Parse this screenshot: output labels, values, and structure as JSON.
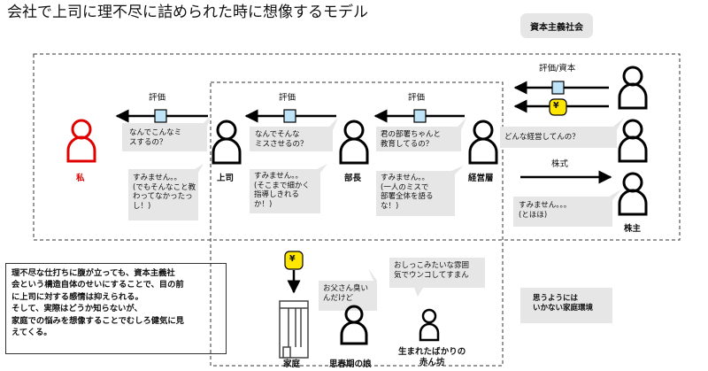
{
  "title": "会社で上司に理不尽に詰められた時に想像するモデル",
  "capitalism_label": "資本主義社会",
  "actors": {
    "me": "私",
    "boss": "上司",
    "manager": "部長",
    "executives": "経営層",
    "shareholders": "株主",
    "home": "家庭",
    "daughter": "思春期の娘",
    "baby": "生まれたばかりの\n赤ん坊"
  },
  "arrow_labels": {
    "eval_me": "評価",
    "eval_boss": "評価",
    "eval_manager": "評価",
    "eval_capital": "評価/資本",
    "stock": "株式",
    "yen": "¥"
  },
  "bubbles": {
    "boss_to_me": "なんでこんなミ\nスするの？",
    "me_reply": "すみません。。\n(でもそんなこと教\nわってなかったっ\nし！)",
    "manager_to_boss": "なんでそんな\nミスさせるの？",
    "boss_reply": "すみません。。\n(そこまで細かく\n指導しきれる\nか！)",
    "exec_to_manager": "君の部署ちゃんと\n教育してるの？",
    "manager_reply": "すみません。。\n(一人のミスで\n部署全体を語る\nな！)",
    "share_to_exec": "どんな経営してんの？",
    "exec_reply": "すみません。。。\n(とほほ)",
    "daughter_bubble": "お父さん臭い\nんだけど",
    "baby_bubble": "おしっこみたいな雰囲\n気でウンコしてすまん",
    "home_env": "思うようには\nいかない家庭環境"
  },
  "note": "理不尽な仕打ちに腹が立っても、資本主義社\n会という構造自体のせいにすることで、目の前\nに上司に対する感情は抑えられる。\nそして、実際はどうか知らないが、\n家庭での悩みを想像することでむしろ健気に見\nえてくる。",
  "colors": {
    "me": "#e00000",
    "stroke": "#000000",
    "bubble": "#e6e6e6",
    "token": "#bfe3f7",
    "yen": "#ffe600"
  }
}
